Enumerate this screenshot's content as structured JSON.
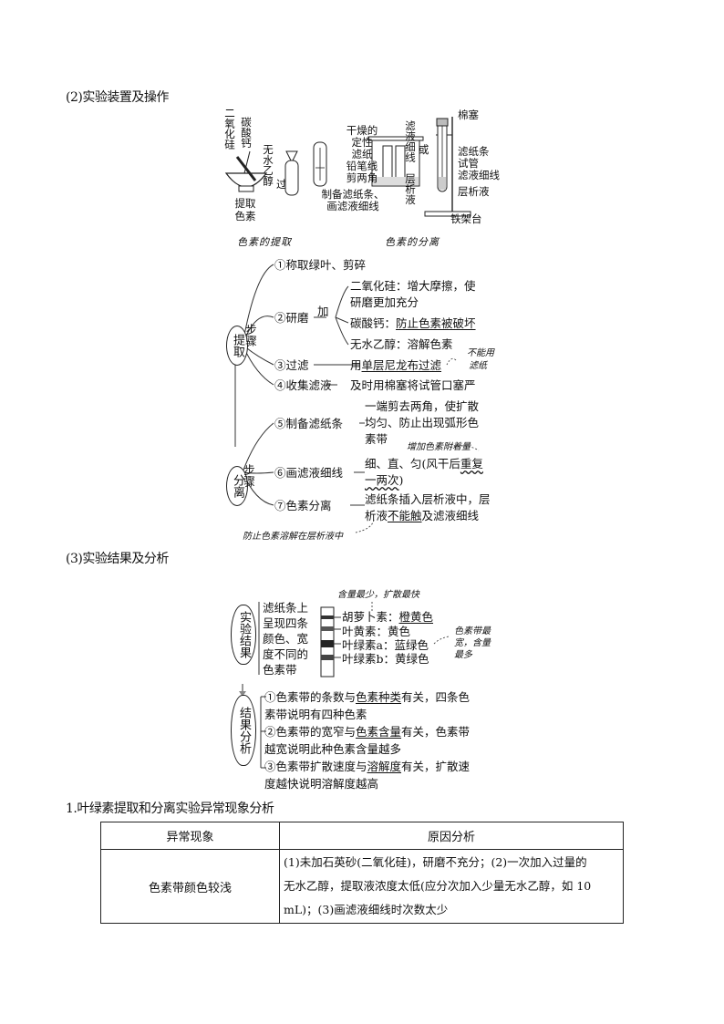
{
  "section2_title": "(2)实验装置及操作",
  "apparatus": {
    "left_v1": "二氧化硅",
    "left_v2": "碳酸钙",
    "left_v3": "无水乙醇",
    "bowl_label_v": "提取色素",
    "filter_label_v": "过滤",
    "paper_lines": [
      "干燥的",
      "定性",
      "滤纸",
      "铅笔线",
      "剪两角",
      "制备滤纸条、",
      "画滤液细线"
    ],
    "middle_v1": "滤液细线",
    "middle_v2": "层析液",
    "or_label": "或",
    "right_labels": [
      "棉塞",
      "滤纸条",
      "试管",
      "滤液细线",
      "层析液",
      "铁架台"
    ],
    "caption_left": "色素的提取",
    "caption_right": "色素的分离"
  },
  "mindmap": {
    "extract_oval": "提取",
    "extract_steps": "步骤",
    "step1": "①称取绿叶、剪碎",
    "step2": "②研磨",
    "add": "加",
    "sio2_label": "二氧化硅：增大摩擦，使",
    "sio2_cont": "研磨更加充分",
    "caco3_label": "碳酸钙：",
    "caco3_u": "防止色素被破坏",
    "ethanol": "无水乙醇：溶解色素",
    "step3": "③过滤",
    "filter_pre": "用",
    "filter_u": "单层尼龙布过滤",
    "filter_note1": "不能用",
    "filter_note2": "滤纸",
    "step4": "④收集滤液",
    "collect": "及时用棉塞将试管口塞严",
    "separate_oval": "分离",
    "separate_steps": "步骤",
    "step5": "⑤制备滤纸条",
    "strip_lines": [
      "一端剪去两角，使扩散",
      "均匀、防止出现弧形色",
      "素带"
    ],
    "step6": "⑥画滤液细线",
    "line_note": "增加色素附着量",
    "line_text1": "细、直、匀(风干后",
    "line_text1_u": "重复",
    "line_text2_u": "一两次",
    "line_text2_end": ")",
    "step7": "⑦色素分离",
    "sep_line1": "滤纸条插入层析液中，层",
    "sep_line2_pre": "析液",
    "sep_line2_u": "不能触",
    "sep_line2_end": "及滤液细线",
    "bottom_note": "防止色素溶解在层析液中"
  },
  "section3_title": "(3)实验结果及分析",
  "results": {
    "result_oval": "实验结果",
    "strip_desc": [
      "滤纸条上",
      "呈现四条",
      "颜色、宽",
      "度不同的",
      "色素带"
    ],
    "top_note": "含量最少，扩散最快",
    "carotene_pre": "胡萝卜素：",
    "carotene_u": "橙黄色",
    "xanthophyll": "叶黄素：黄色",
    "chl_a": "叶绿素a：蓝绿色",
    "chl_b": "叶绿素b：黄绿色",
    "side_note": [
      "色素带最",
      "宽，含量",
      "最多"
    ],
    "analysis_oval": "结果分析",
    "a1_pre": "①色素带的条数与",
    "a1_u": "色素种类",
    "a1_end": "有关，四条色",
    "a1_line2": "素带说明有四种色素",
    "a2_pre": "②色素带的宽窄与",
    "a2_u": "色素含量",
    "a2_end": "有关，色素带",
    "a2_line2": "越宽说明此种色素含量越多",
    "a3_pre": "③色素带扩散速度与",
    "a3_u": "溶解度",
    "a3_end": "有关，扩散速",
    "a3_line2": "度越快说明溶解度越高"
  },
  "section_abnormal_title": "1.叶绿素提取和分离实验异常现象分析",
  "table": {
    "headers": [
      "异常现象",
      "原因分析"
    ],
    "rows": [
      {
        "phenomenon": "色素带颜色较浅",
        "reason_lines": [
          "(1)未加石英砂(二氧化硅)，研磨不充分；(2)一次加入过量的",
          "无水乙醇，提取液浓度太低(应分次加入少量无水乙醇，如 10",
          "mL)；(3)画滤液细线时次数太少"
        ]
      }
    ]
  }
}
